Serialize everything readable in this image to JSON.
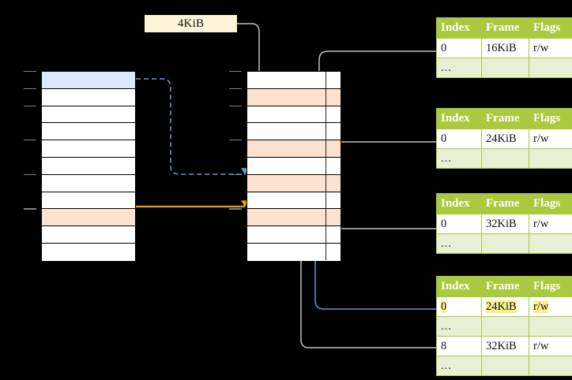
{
  "diagram": {
    "title": "page-table-walk-diagram",
    "page_size_label": {
      "text": "4KiB"
    },
    "colors": {
      "background": "#000000",
      "header_green": "#a9c93f",
      "ellipsis_row_green": "#e9efd5",
      "highlight_yellow": "#fbf28a",
      "row_blue": "#dae8fb",
      "row_peach": "#fde2cf",
      "arrow_blue": "#6f96c8",
      "arrow_orange": "#e8a200",
      "connector_gray": "#b0b0b0",
      "label_cream": "#fdf3d7"
    },
    "left_column": {
      "name": "virtual-address-space",
      "row_count": 11,
      "rows": [
        {
          "index": 0,
          "fill": "blue",
          "text": ""
        },
        {
          "index": 1,
          "fill": "white",
          "text": ""
        },
        {
          "index": 2,
          "fill": "white",
          "text": ""
        },
        {
          "index": 3,
          "fill": "white",
          "text": ""
        },
        {
          "index": 4,
          "fill": "white",
          "text": ""
        },
        {
          "index": 5,
          "fill": "white",
          "text": ""
        },
        {
          "index": 6,
          "fill": "white",
          "text": ""
        },
        {
          "index": 7,
          "fill": "white",
          "text": ""
        },
        {
          "index": 8,
          "fill": "peach",
          "text": ""
        },
        {
          "index": 9,
          "fill": "white",
          "text": ""
        },
        {
          "index": 10,
          "fill": "white",
          "text": ""
        }
      ]
    },
    "middle_column": {
      "name": "physical-memory",
      "row_count": 11,
      "rows": [
        {
          "index": 0,
          "fill": "white",
          "text": ""
        },
        {
          "index": 1,
          "fill": "peach",
          "text": ""
        },
        {
          "index": 2,
          "fill": "white",
          "text": ""
        },
        {
          "index": 3,
          "fill": "white",
          "text": ""
        },
        {
          "index": 4,
          "fill": "peach",
          "text": ""
        },
        {
          "index": 5,
          "fill": "white",
          "text": ""
        },
        {
          "index": 6,
          "fill": "peach",
          "text": ""
        },
        {
          "index": 7,
          "fill": "white",
          "text": ""
        },
        {
          "index": 8,
          "fill": "peach",
          "text": ""
        },
        {
          "index": 9,
          "fill": "white",
          "text": ""
        },
        {
          "index": 10,
          "fill": "white",
          "text": ""
        }
      ]
    },
    "page_tables": [
      {
        "name": "page-table-level-1",
        "headers": [
          "Index",
          "Frame",
          "Flags"
        ],
        "rows": [
          {
            "type": "data",
            "cells": [
              "0",
              "16KiB",
              "r/w"
            ],
            "highlight": [
              false,
              false,
              false
            ]
          },
          {
            "type": "ellipsis",
            "cells": [
              "...",
              "",
              ""
            ],
            "highlight": [
              false,
              false,
              false
            ]
          }
        ]
      },
      {
        "name": "page-table-level-2",
        "headers": [
          "Index",
          "Frame",
          "Flags"
        ],
        "rows": [
          {
            "type": "data",
            "cells": [
              "0",
              "24KiB",
              "r/w"
            ],
            "highlight": [
              false,
              false,
              false
            ]
          },
          {
            "type": "ellipsis",
            "cells": [
              "...",
              "",
              ""
            ],
            "highlight": [
              false,
              false,
              false
            ]
          }
        ]
      },
      {
        "name": "page-table-level-3",
        "headers": [
          "Index",
          "Frame",
          "Flags"
        ],
        "rows": [
          {
            "type": "data",
            "cells": [
              "0",
              "32KiB",
              "r/w"
            ],
            "highlight": [
              false,
              false,
              false
            ]
          },
          {
            "type": "ellipsis",
            "cells": [
              "...",
              "",
              ""
            ],
            "highlight": [
              false,
              false,
              false
            ]
          }
        ]
      },
      {
        "name": "page-table-level-4",
        "headers": [
          "Index",
          "Frame",
          "Flags"
        ],
        "rows": [
          {
            "type": "data",
            "cells": [
              "0",
              "24KiB",
              "r/w"
            ],
            "highlight": [
              true,
              true,
              true
            ]
          },
          {
            "type": "ellipsis",
            "cells": [
              "...",
              "",
              ""
            ],
            "highlight": [
              false,
              false,
              false
            ]
          },
          {
            "type": "data",
            "cells": [
              "8",
              "32KiB",
              "r/w"
            ],
            "highlight": [
              false,
              false,
              false
            ]
          },
          {
            "type": "ellipsis",
            "cells": [
              "...",
              "",
              ""
            ],
            "highlight": [
              false,
              false,
              false
            ]
          }
        ]
      }
    ]
  }
}
